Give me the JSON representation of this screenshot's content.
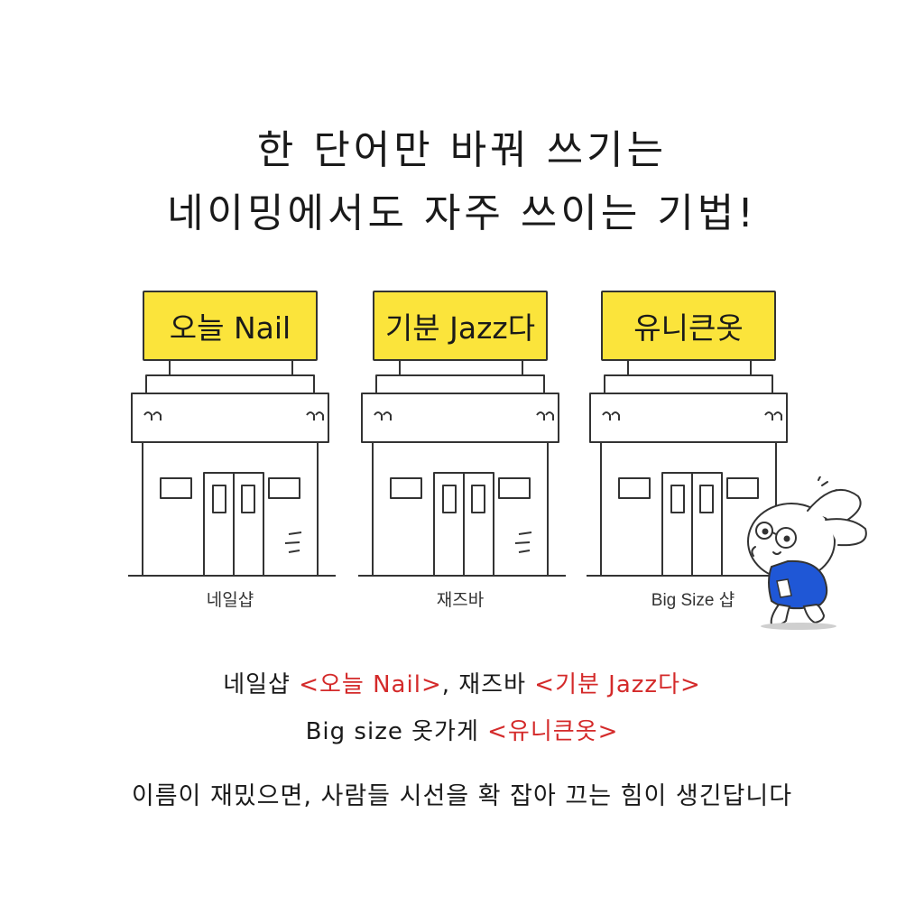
{
  "title": {
    "line1": "한 단어만 바꿔 쓰기는",
    "line2": "네이밍에서도 자주 쓰이는 기법!"
  },
  "shops": [
    {
      "sign": "오늘 Nail",
      "label": "네일샵"
    },
    {
      "sign": "기분 Jazz다",
      "label": "재즈바"
    },
    {
      "sign": "유니큰옷",
      "label": "Big Size 샵"
    }
  ],
  "caption": {
    "line1_a": "네일샵 ",
    "line1_b": "<오늘 Nail>",
    "line1_c": ", 재즈바 ",
    "line1_d": "<기분 Jazz다>",
    "line2_a": "Big size 옷가게 ",
    "line2_b": "<유니큰옷>",
    "line3": "이름이 재밌으면, 사람들 시선을 확 잡아 끄는 힘이 생긴답니다"
  },
  "colors": {
    "sign_yellow": "#fbe43b",
    "accent_red": "#d42a2a",
    "bunny_shirt": "#1f57d6"
  }
}
